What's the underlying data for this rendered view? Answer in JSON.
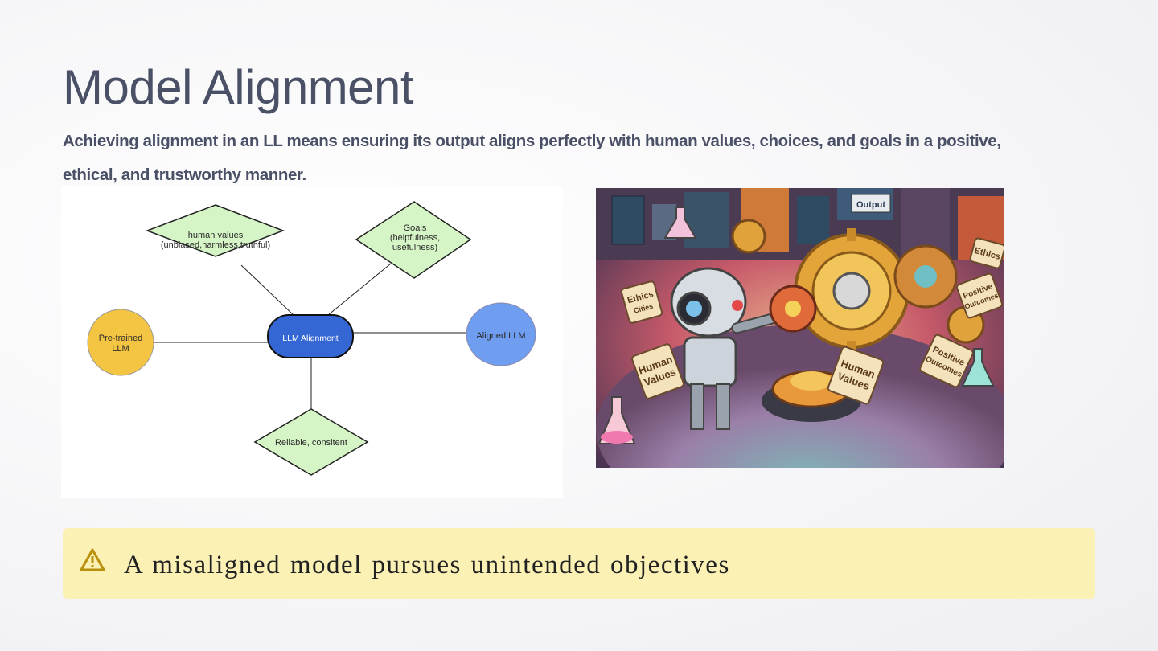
{
  "slide": {
    "title": "Model Alignment",
    "subtitle": "Achieving alignment in an LL means ensuring its output aligns perfectly with human values, choices, and goals in a positive, ethical, and trustworthy manner."
  },
  "diagram": {
    "nodes": {
      "human_values": [
        "human values",
        "(unbiased,harmless,truthful)"
      ],
      "goals": [
        "Goals",
        "(helpfulness,",
        "usefulness)"
      ],
      "pretrained": [
        "Pre-trained",
        "LLM"
      ],
      "center": [
        "LLM Alignment"
      ],
      "aligned": [
        "Aligned LLM"
      ],
      "reliable": [
        "Reliable, consitent"
      ]
    }
  },
  "illustration": {
    "signs": {
      "output": "Output",
      "ethics_top": "Ethics",
      "ethics_left": [
        "Ethics",
        "Cities"
      ],
      "positive_top": [
        "Positive",
        "Outcomes"
      ],
      "human_values_left": [
        "Human",
        "Values"
      ],
      "human_values_center": [
        "Human",
        "Values"
      ],
      "positive_right": [
        "Positive",
        "Outcomes"
      ]
    }
  },
  "callout": {
    "icon": "warning-triangle-icon",
    "text": "A misaligned model pursues unintended objectives"
  },
  "colors": {
    "title": "#4a5066",
    "diamond_fill": "#d6f5c7",
    "pretrained_fill": "#f4c542",
    "center_fill": "#3567d4",
    "aligned_fill": "#6f9df0",
    "callout_bg": "#fbf1b5",
    "icon_color": "#b8900a"
  }
}
